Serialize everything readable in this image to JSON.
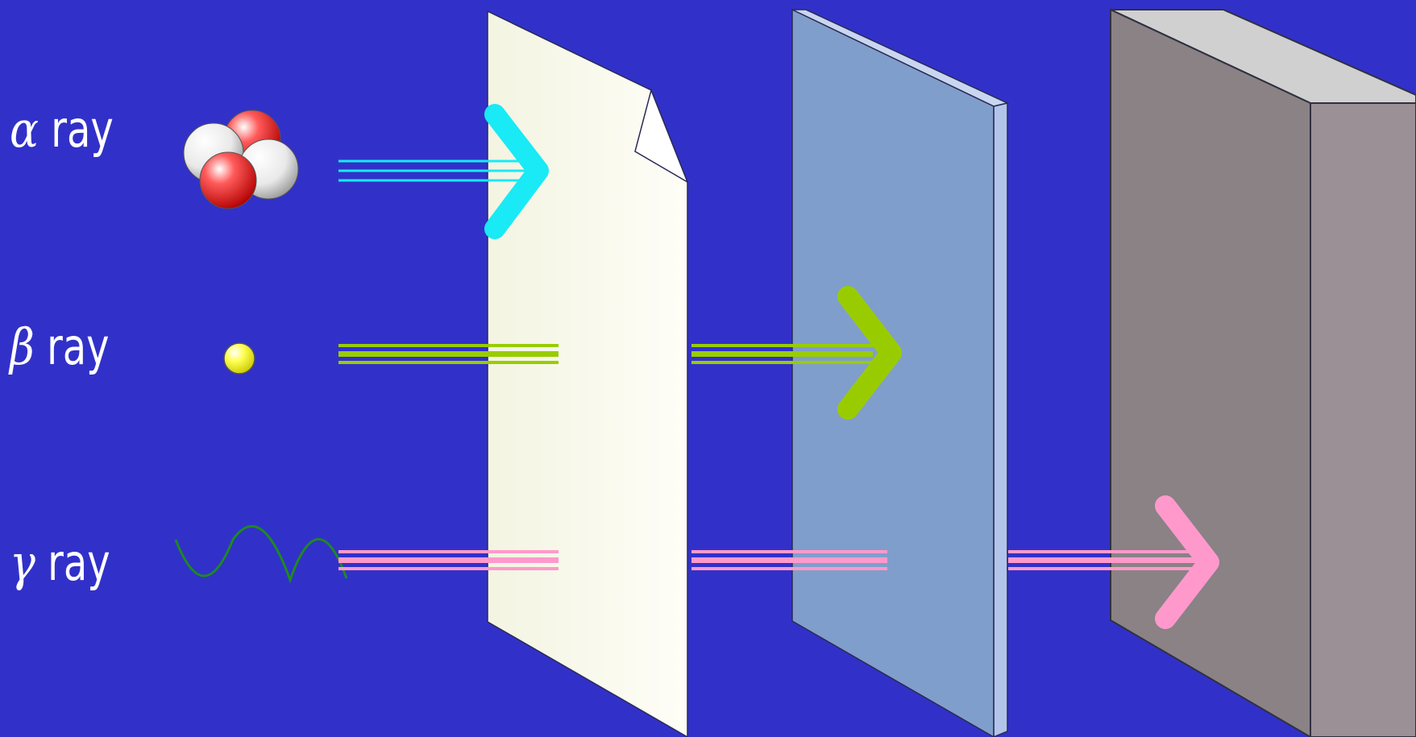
{
  "rays": [
    {
      "id": "alpha",
      "symbol": "α",
      "label": "ray",
      "color": "#19eaf5",
      "stops_at": "paper"
    },
    {
      "id": "beta",
      "symbol": "β",
      "label": "ray",
      "color": "#99cc00",
      "stops_at": "aluminum"
    },
    {
      "id": "gamma",
      "symbol": "γ",
      "label": "ray",
      "color": "#ff99cc",
      "stops_at": "lead"
    }
  ],
  "barriers": [
    {
      "id": "paper",
      "color": "#fafaee"
    },
    {
      "id": "aluminum",
      "color": "#809ecb"
    },
    {
      "id": "lead",
      "color": "#8a8285"
    }
  ],
  "colors": {
    "background": "#3131c9",
    "proton": "#e21f1f",
    "neutron": "#f2f2f2",
    "electron": "#ffff33",
    "wave": "#1e8a1e"
  },
  "icons": {
    "alpha": "helium-nucleus-icon",
    "beta": "electron-icon",
    "gamma": "wave-icon"
  }
}
